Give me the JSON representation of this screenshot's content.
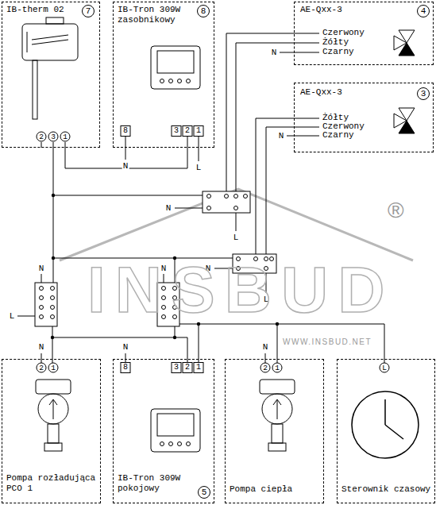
{
  "diagram": {
    "nodes": [
      {
        "text": [
          "IB-therm 02",
          "7",
          "2",
          "3",
          "1"
        ]
      },
      {
        "text": [
          "IB-Tron 309W zasobnikowy",
          "8",
          "8",
          "3",
          "2",
          "1"
        ]
      },
      {
        "text": [
          "AE-Qxx-3",
          "4",
          "Czerwony",
          "Żółty",
          "Czarny"
        ]
      },
      {
        "text": [
          "AE-Qxx-3",
          "3",
          "Żółty",
          "Czerwony",
          "Czarny"
        ]
      },
      {
        "text": [
          "Pompa rozładująca PCO 1",
          "2",
          "1"
        ]
      },
      {
        "text": [
          "IB-Tron 309W pokojowy",
          "8",
          "3",
          "2",
          "1",
          "5"
        ]
      },
      {
        "text": [
          "Pompa ciepła",
          "2",
          "1"
        ]
      },
      {
        "text": [
          "Sterownik czasowy",
          "L"
        ]
      }
    ],
    "edges": [
      {
        "from": 0,
        "to": 1,
        "arrow": "none"
      },
      {
        "from": 6,
        "to": 7,
        "arrow": "none"
      }
    ],
    "labels": [
      "N",
      "L",
      "N",
      "L",
      "N",
      "N",
      "N",
      "L",
      "N",
      "N",
      "L",
      "N",
      "N",
      "N",
      "INSBUD",
      "WWW.INSBUD.NET",
      "®"
    ]
  }
}
